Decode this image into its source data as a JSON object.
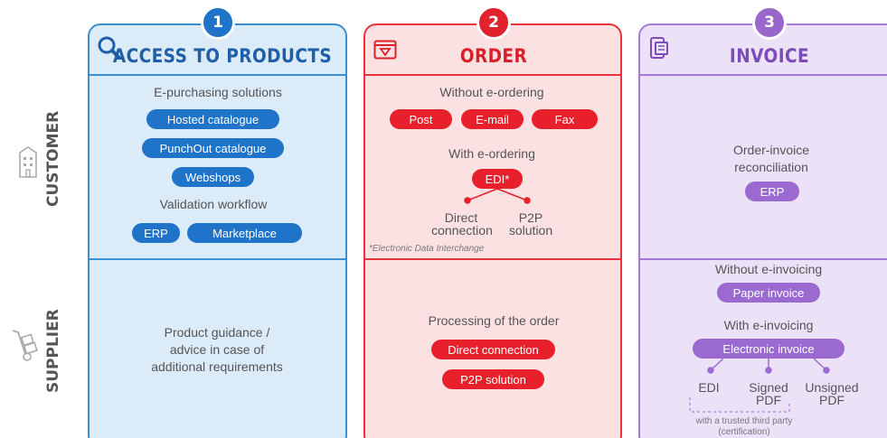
{
  "steps": [
    {
      "number": "1",
      "title": "ACCESS TO PRODUCTS"
    },
    {
      "number": "2",
      "title": "ORDER"
    },
    {
      "number": "3",
      "title": "INVOICE"
    }
  ],
  "rows": {
    "customer": "CUSTOMER",
    "supplier": "SUPPLIER"
  },
  "access": {
    "customer": {
      "heading1": "E-purchasing solutions",
      "pills1": [
        "Hosted catalogue",
        "PunchOut catalogue",
        "Webshops"
      ],
      "heading2": "Validation workflow",
      "pills2": [
        "ERP",
        "Marketplace"
      ]
    },
    "supplier": {
      "lines": [
        "Product guidance /",
        "advice in case of",
        "additional requirements"
      ]
    }
  },
  "order": {
    "customer": {
      "heading1": "Without e-ordering",
      "pills1": [
        "Post",
        "E-mail",
        "Fax"
      ],
      "heading2": "With e-ordering",
      "edi": "EDI*",
      "branch_left": [
        "Direct",
        "connection"
      ],
      "branch_right": [
        "P2P",
        "solution"
      ],
      "footnote": "*Electronic Data Interchange"
    },
    "supplier": {
      "heading": "Processing of the order",
      "pills": [
        "Direct connection",
        "P2P solution"
      ]
    }
  },
  "invoice": {
    "customer": {
      "heading": [
        "Order-invoice",
        "reconciliation"
      ],
      "pill": "ERP"
    },
    "supplier": {
      "heading1": "Without e-invoicing",
      "pill1": "Paper invoice",
      "heading2": "With e-invoicing",
      "pill2": "Electronic invoice",
      "branches": [
        [
          "EDI"
        ],
        [
          "Signed",
          "PDF"
        ],
        [
          "Unsigned",
          "PDF"
        ]
      ],
      "note": [
        "with a trusted third party",
        "(certification)"
      ]
    }
  },
  "colors": {
    "blue": "#1f74c9",
    "red": "#e8202b",
    "purple": "#9a6ad0"
  },
  "icons": {
    "access": "magnifier-icon",
    "order": "order-window-icon",
    "invoice": "invoice-device-icon",
    "customer": "building-icon",
    "supplier": "hand-truck-icon"
  }
}
